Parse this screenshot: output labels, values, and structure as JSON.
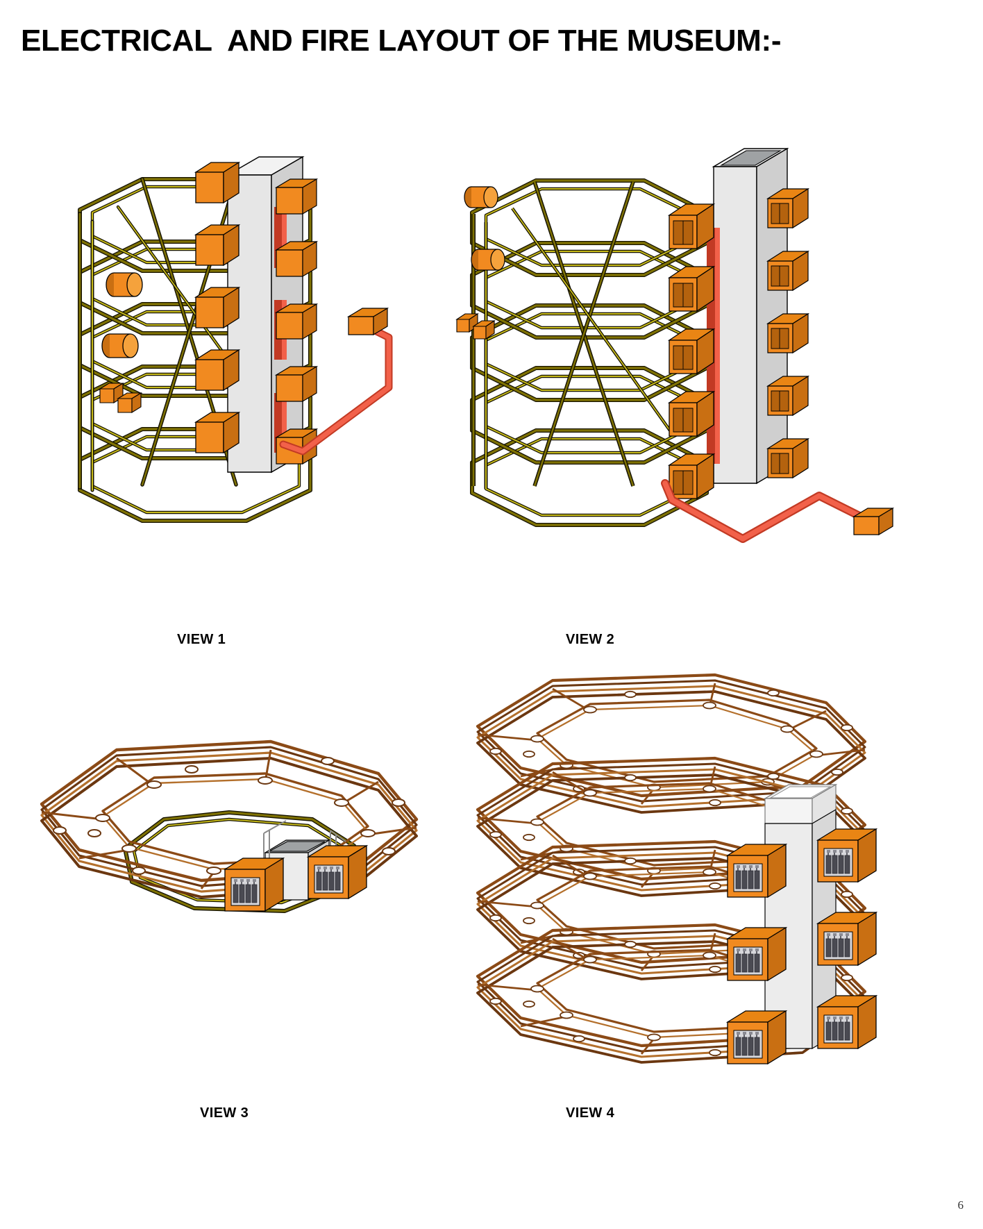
{
  "document": {
    "title": "ELECTRICAL  AND FIRE LAYOUT OF THE MUSEUM:-",
    "page_number": "6",
    "background_color": "#ffffff",
    "text_color": "#000000"
  },
  "palette": {
    "orange_face": "#F18A20",
    "orange_top": "#E98514",
    "orange_side": "#C96F12",
    "orange_dark": "#B4620E",
    "conduit_olive": "#7E7102",
    "conduit_yellow": "#C9BC1B",
    "conduit_outline": "#141100",
    "brown_grid": "#8B4A16",
    "brown_grid_dark": "#6B3710",
    "brown_grid_light": "#B4702C",
    "cable_red": "#F2614A",
    "cable_red_dark": "#C23A24",
    "shaft_light": "#E6E6E6",
    "shaft_mid": "#D2D2D2",
    "shaft_dark": "#BEBEBE",
    "panel_gear": "#4A4A52",
    "panel_gear_dark": "#2E2E36",
    "outline": "#000000"
  },
  "views": [
    {
      "id": "view1",
      "caption": "VIEW 1",
      "description": "Isometric view of the museum electrical and fire service layout showing five stacked octagonal conduit loops, the central vertical service shaft with orange distribution cabinets, two cylindrical devices on the left conduit runs, a pair of small junction boxes, and a red fire main routed out to an external orange junction box on the right.",
      "levels": 5,
      "elements": {
        "octagonal_conduit_loops": 5,
        "cylindrical_devices": 2,
        "small_junction_boxes": 2,
        "orange_cabinets": 10,
        "external_junction_boxes": 1,
        "red_cable_runs": 1,
        "central_shaft": 1
      }
    },
    {
      "id": "view2",
      "caption": "VIEW 2",
      "description": "Opposite isometric view of the same assembly with five octagonal conduit loops, central shaft with open top, orange cabinets on both faces of the shaft, two cylindrical devices at upper left, twin junction boxes at mid left, and the red fire main running from the base out to a remote orange junction box at lower right.",
      "levels": 5,
      "elements": {
        "octagonal_conduit_loops": 5,
        "cylindrical_devices": 2,
        "small_junction_boxes": 2,
        "orange_cabinets": 10,
        "external_junction_boxes": 1,
        "red_cable_runs": 1,
        "central_shaft": 1
      }
    },
    {
      "id": "view3",
      "caption": "VIEW 3",
      "description": "Single floor plate of the museum shown as a brown octagonal cable-tray grid with radial branches and circular junction nodes, an olive-yellow perimeter conduit ring, and two orange electrical panels containing switchgear flanking the glazed service core.",
      "levels": 1,
      "elements": {
        "octagonal_tray_rings": 2,
        "radial_branches": 8,
        "junction_nodes": 16,
        "electrical_panels": 2,
        "perimeter_conduit_rings": 1,
        "service_core": 1
      }
    },
    {
      "id": "view4",
      "caption": "VIEW 4",
      "description": "Four stacked octagonal floor plates of the brown cable-tray grid system with the vertical service core and three pairs of orange electrical panels with internal switchgear mounted at successive levels.",
      "levels": 4,
      "elements": {
        "octagonal_tray_floors": 4,
        "electrical_panel_pairs": 3,
        "junction_nodes": 64,
        "service_core": 1
      }
    }
  ]
}
